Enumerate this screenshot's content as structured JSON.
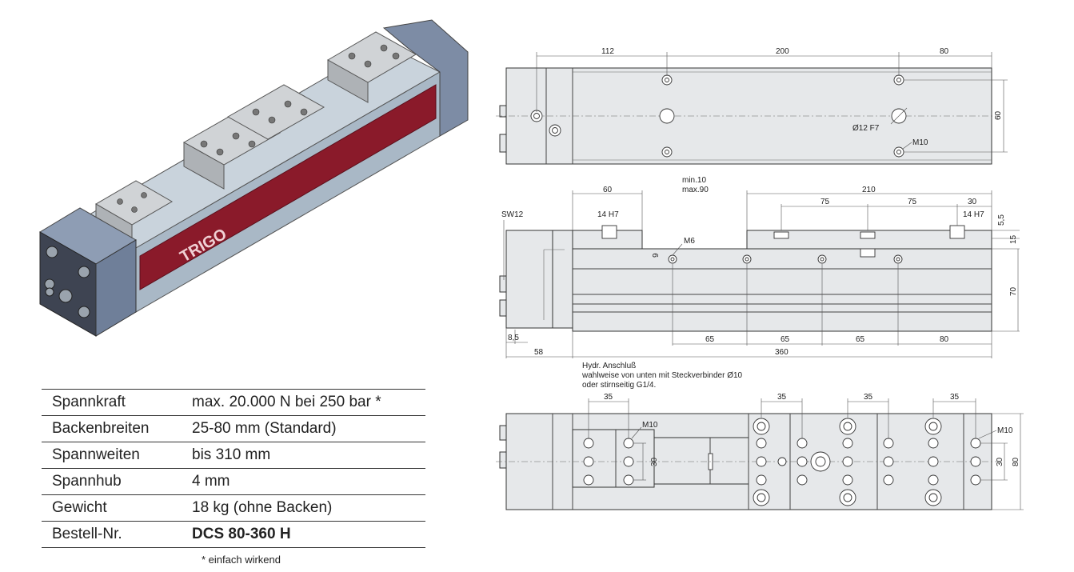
{
  "specs": [
    {
      "label": "Spannkraft",
      "value": "max. 20.000 N bei 250 bar *"
    },
    {
      "label": "Backenbreiten",
      "value": "25-80 mm (Standard)"
    },
    {
      "label": "Spannweiten",
      "value": "bis 310 mm"
    },
    {
      "label": "Spannhub",
      "value": "4 mm"
    },
    {
      "label": "Gewicht",
      "value": "18 kg (ohne Backen)"
    },
    {
      "label": "Bestell-Nr.",
      "value": "DCS 80-360 H"
    }
  ],
  "footnote": "* einfach wirkend",
  "photo": {
    "brand": "TRIGO"
  },
  "top_view": {
    "dims": [
      "112",
      "200",
      "80",
      "60"
    ],
    "labels": [
      "Ø12 F7",
      "M10"
    ]
  },
  "side_view": {
    "dims_top": [
      "60",
      "210",
      "75",
      "75",
      "30"
    ],
    "min_max": [
      "min.10",
      "max.90"
    ],
    "labels": [
      "SW12",
      "14 H7",
      "14 H7",
      "M6"
    ],
    "dims_right": [
      "5,5",
      "15",
      "70"
    ],
    "dims_small": [
      "9"
    ],
    "dims_bottom": [
      "8,5",
      "58",
      "65",
      "65",
      "65",
      "80",
      "360"
    ]
  },
  "connection_note": [
    "Hydr. Anschluß",
    "wahlweise von unten mit Steckverbinder Ø10",
    "oder stirnseitig G1/4."
  ],
  "bottom_view": {
    "dims_top": [
      "35",
      "35",
      "35",
      "35"
    ],
    "labels": [
      "M10",
      "M10"
    ],
    "dims_right": [
      "30",
      "80"
    ],
    "dims_inner": [
      "30"
    ]
  },
  "colors": {
    "body": "#b9c6d2",
    "band": "#8a1a2a",
    "end": "#6f7f99",
    "jaw": "#c9ccd0"
  }
}
